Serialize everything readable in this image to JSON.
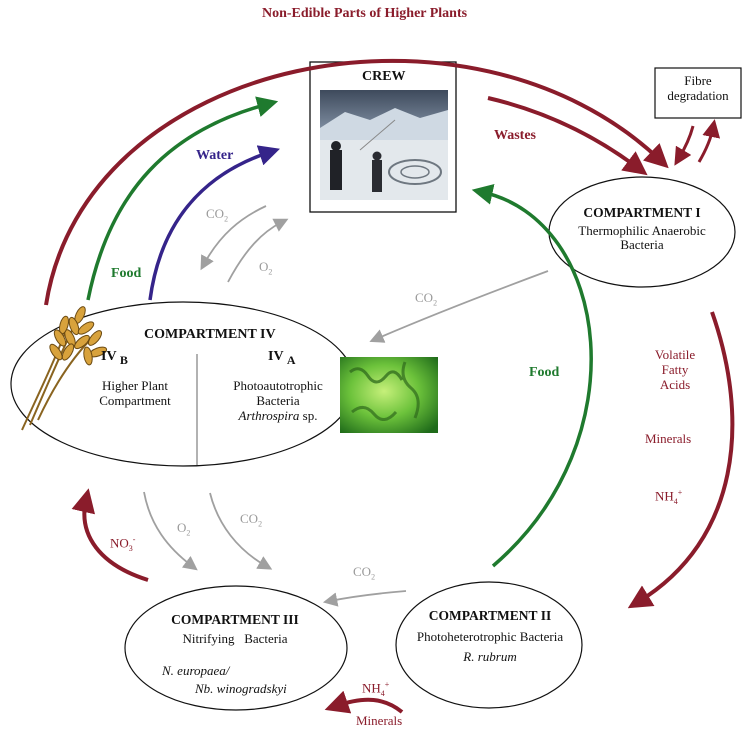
{
  "top_label": "Non-Edible Parts of Higher Plants",
  "crew": {
    "title": "CREW"
  },
  "fibre": {
    "line1": "Fibre",
    "line2": "degradation"
  },
  "wastes": "Wastes",
  "water": "Water",
  "food_left": "Food",
  "food_right": "Food",
  "co2": "CO",
  "co2_sub": "2",
  "o2": "O",
  "o2_sub": "2",
  "compartment1": {
    "title": "COMPARTMENT I",
    "line1": "Thermophilic Anaerobic",
    "line2": "Bacteria"
  },
  "compartment4": {
    "title": "COMPARTMENT IV",
    "b_label": "IV",
    "b_sub": "B",
    "b_line1": "Higher Plant",
    "b_line2": "Compartment",
    "a_label": "IV",
    "a_sub": "A",
    "a_line1": "Photoautotrophic",
    "a_line2": "Bacteria",
    "a_species": "Arthrospira",
    "a_species_suffix": " sp."
  },
  "right_side": {
    "line1": "Volatile",
    "line2": "Fatty",
    "line3": "Acids",
    "minerals": "Minerals",
    "nh4": "NH",
    "nh4_sub": "4",
    "nh4_sup": "+"
  },
  "no3": {
    "text": "NO",
    "sub": "3",
    "sup": "-"
  },
  "compartment3": {
    "title": "COMPARTMENT III",
    "line1": "Nitrifying   Bacteria",
    "line2": "N. europaea/",
    "line3": "Nb. winogradskyi"
  },
  "compartment2": {
    "title": "COMPARTMENT II",
    "line1": "Photoheterotrophic Bacteria",
    "line2": "R. rubrum"
  },
  "bottom": {
    "nh4": "NH",
    "nh4_sub": "4",
    "nh4_sup": "+",
    "minerals": "Minerals"
  },
  "colors": {
    "dark_red": "#8a1c2b",
    "green": "#1f7a2e",
    "purple": "#35248a",
    "gray": "#a0a0a0"
  }
}
